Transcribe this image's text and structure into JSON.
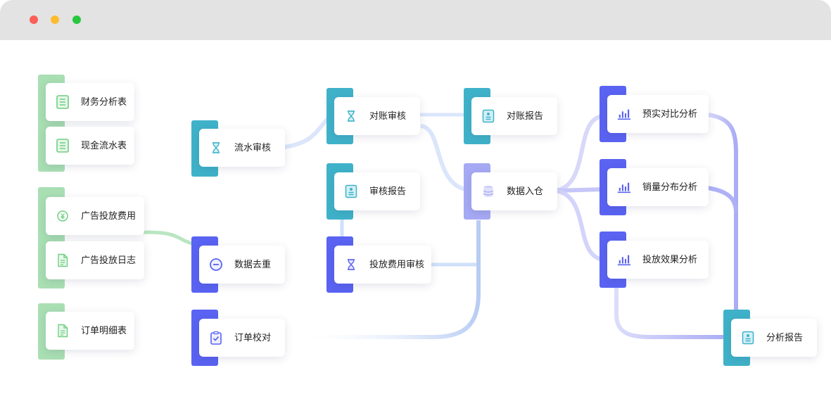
{
  "window": {
    "controls": [
      "close",
      "minimize",
      "zoom"
    ]
  },
  "colors": {
    "green": "#a9dfb3",
    "teal": "#3fb2c9",
    "indigo": "#5a63f2",
    "lavender": "#a6a9f3"
  },
  "nodes": {
    "finance_table": {
      "label": "财务分析表",
      "icon": "document-icon"
    },
    "cash_flow_table": {
      "label": "现金流水表",
      "icon": "document-icon"
    },
    "ad_cost": {
      "label": "广告投放费用",
      "icon": "yuan-coin-icon"
    },
    "ad_log": {
      "label": "广告投放日志",
      "icon": "file-icon"
    },
    "order_detail": {
      "label": "订单明细表",
      "icon": "file-icon"
    },
    "flow_audit": {
      "label": "流水审核",
      "icon": "hourglass-icon"
    },
    "dedup": {
      "label": "数据去重",
      "icon": "minus-circle-icon"
    },
    "order_check": {
      "label": "订单校对",
      "icon": "clipboard-check-icon"
    },
    "reconcile_audit": {
      "label": "对账审核",
      "icon": "hourglass-icon"
    },
    "audit_report": {
      "label": "审核报告",
      "icon": "report-icon"
    },
    "ad_cost_audit": {
      "label": "投放费用审核",
      "icon": "hourglass-icon"
    },
    "reconcile_report": {
      "label": "对账报告",
      "icon": "report-icon"
    },
    "warehouse": {
      "label": "数据入仓",
      "icon": "database-icon"
    },
    "budget_analysis": {
      "label": "预实对比分析",
      "icon": "bar-chart-icon"
    },
    "sales_analysis": {
      "label": "销量分布分析",
      "icon": "bar-chart-icon"
    },
    "ad_effect_analysis": {
      "label": "投放效果分析",
      "icon": "bar-chart-icon"
    },
    "analysis_report": {
      "label": "分析报告",
      "icon": "report-icon"
    }
  }
}
